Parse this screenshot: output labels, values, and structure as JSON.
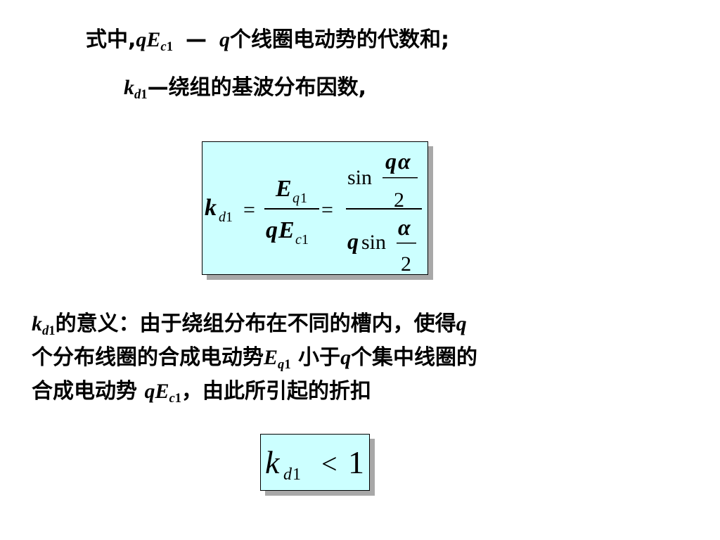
{
  "line1": {
    "prefix": "式中,",
    "sym_q": "q",
    "sym_E": "E",
    "sub_c": "c",
    "sub_1": "1",
    "dash": "—",
    "sym_q2": "q",
    "text": "个线圈电动势的代数和;"
  },
  "line2": {
    "sym_k": "k",
    "sub_d": "d",
    "sub_1": "1",
    "text": "—绕组的基波分布因数,"
  },
  "formula1": {
    "k": "k",
    "d": "d",
    "one": "1",
    "eq": "=",
    "E": "E",
    "q_sub": "q",
    "q": "q",
    "c": "c",
    "sin": "sin",
    "alpha": "α",
    "two": "2"
  },
  "para": {
    "l3_sym_k": "k",
    "l3_sub_d": "d",
    "l3_sub_1": "1",
    "l3_text": "的意义：由于绕组分布在不同的槽内，使得",
    "l3_sym_q": "q",
    "l4_text_a": "个分布线圈的合成电动势",
    "l4_sym_E": "E",
    "l4_sub_q": "q",
    "l4_sub_1": "1",
    "l4_text_b": " 小于",
    "l4_sym_q": "q",
    "l4_text_c": "个集中线圈的",
    "l5_text_a": "合成电动势 ",
    "l5_sym_q": "q",
    "l5_sym_E": "E",
    "l5_sub_c": "c",
    "l5_sub_1": "1",
    "l5_text_b": "，由此所引起的折扣"
  },
  "formula2": {
    "k": "k",
    "d": "d",
    "one": "1",
    "lt": "<",
    "rhs": "1"
  },
  "colors": {
    "box_fill": "#ccffff",
    "box_shadow": "#a8a8a8",
    "text": "#000000"
  }
}
